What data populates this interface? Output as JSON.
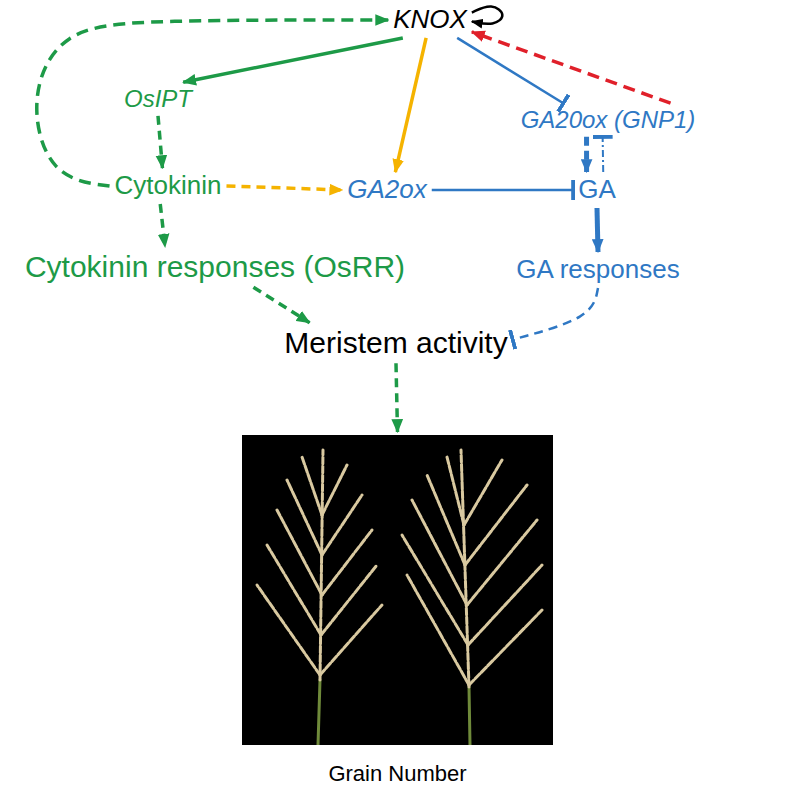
{
  "diagram": {
    "nodes": [
      {
        "text": [
          "KNOX"
        ]
      },
      {
        "text": [
          "OsIPT"
        ]
      },
      {
        "text": [
          "GA20ox (GNP1)"
        ]
      },
      {
        "text": [
          "Cytokinin"
        ]
      },
      {
        "text": [
          "GA2ox"
        ]
      },
      {
        "text": [
          "GA"
        ]
      },
      {
        "text": [
          "Cytokinin responses (OsRR)"
        ]
      },
      {
        "text": [
          "GA responses"
        ]
      },
      {
        "text": [
          "Meristem activity"
        ]
      },
      {
        "text": [
          "Grain Number"
        ]
      }
    ],
    "edges": [
      {
        "from": 0,
        "to": 0,
        "arrow": "to"
      },
      {
        "from": 0,
        "to": 1,
        "arrow": "to"
      },
      {
        "from": 0,
        "to": 4,
        "arrow": "to"
      },
      {
        "from": 0,
        "to": 2,
        "arrow": "to"
      },
      {
        "from": 2,
        "to": 0,
        "arrow": "to"
      },
      {
        "from": 1,
        "to": 3,
        "arrow": "to"
      },
      {
        "from": 3,
        "to": 0,
        "arrow": "to"
      },
      {
        "from": 3,
        "to": 4,
        "arrow": "to"
      },
      {
        "from": 4,
        "to": 5,
        "arrow": "to"
      },
      {
        "from": 2,
        "to": 5,
        "arrow": "to"
      },
      {
        "from": 5,
        "to": 2,
        "arrow": "to"
      },
      {
        "from": 5,
        "to": 7,
        "arrow": "to"
      },
      {
        "from": 3,
        "to": 6,
        "arrow": "to"
      },
      {
        "from": 6,
        "to": 8,
        "arrow": "to"
      },
      {
        "from": 7,
        "to": 8,
        "arrow": "to"
      },
      {
        "from": 8,
        "to": 9,
        "arrow": "to"
      }
    ]
  }
}
